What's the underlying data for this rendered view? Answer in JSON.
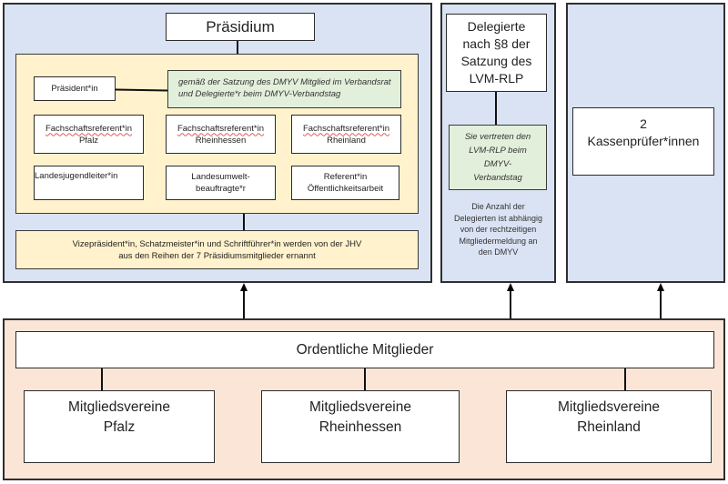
{
  "praesidium": {
    "title": "Präsidium",
    "praesident": "Präsident*in",
    "praesident_note_line1": "gemäß der Satzung des DMYV Mitglied im Verbandsrat",
    "praesident_note_line2": "und Delegierte*r beim DMYV-Verbandstag",
    "referenten": [
      {
        "line1": "Fachschaftsreferent*in",
        "line2": "Pfalz"
      },
      {
        "line1": "Fachschaftsreferent*in",
        "line2": "Rheinhessen"
      },
      {
        "line1": "Fachschaftsreferent*in",
        "line2": "Rheinland"
      },
      {
        "line1": "Landesjugendleiter*in",
        "line2": ""
      },
      {
        "line1": "Landesumwelt-",
        "line2": "beauftragte*r"
      },
      {
        "line1": "Referent*in",
        "line2": "Öffentlichkeitsarbeit"
      }
    ],
    "footer_line1": "Vizepräsident*in, Schatzmeister*in und Schriftführer*in werden von der JHV",
    "footer_line2": "aus den Reihen der 7 Präsidiumsmitglieder ernannt"
  },
  "delegierte": {
    "title_lines": [
      "Delegierte",
      "nach §8 der",
      "Satzung des",
      "LVM-RLP"
    ],
    "note_lines": [
      "Sie vertreten den",
      "LVM-RLP beim",
      "DMYV-",
      "Verbandstag"
    ],
    "info_lines": [
      "Die Anzahl der",
      "Delegierten ist abhängig",
      "von der rechtzeitigen",
      "Mitgliedermeldung an",
      "den DMYV"
    ]
  },
  "kassenpruefer": {
    "line1": "2",
    "line2": "Kassenprüfer*innen"
  },
  "mitglieder": {
    "title": "Ordentliche Mitglieder",
    "vereine": [
      {
        "line1": "Mitgliedsvereine",
        "line2": "Pfalz"
      },
      {
        "line1": "Mitgliedsvereine",
        "line2": "Rheinhessen"
      },
      {
        "line1": "Mitgliedsvereine",
        "line2": "Rheinland"
      }
    ]
  }
}
